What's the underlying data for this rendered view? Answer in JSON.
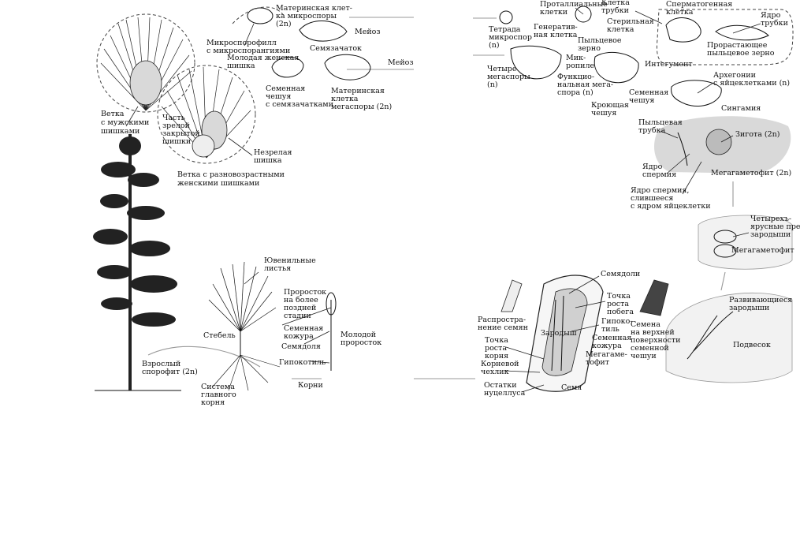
{
  "labels": {
    "branch_male": [
      "Ветка",
      "с мужскими",
      "шишками"
    ],
    "microsporophyll": [
      "Микроспорофилл",
      "с микроспорангиями"
    ],
    "mmc": [
      "Материнская клет-",
      "ка микроспоры",
      "(2n)"
    ],
    "meiosis_top": "Мейоз",
    "ovule": "Семязачаток",
    "young_female_cone": [
      "Молодая женская",
      "шишка"
    ],
    "meiosis_mid": "Мейоз",
    "part_closed_cone": [
      "Часть",
      "зрелой",
      "закрытой",
      "шишки"
    ],
    "seed_scale": [
      "Семенная",
      "чешуя",
      "с семязачатками"
    ],
    "megaspore_mother": [
      "Материнская",
      "клетка",
      "мегаспоры (2n)"
    ],
    "immature_cone": [
      "Незрелая",
      "шишка"
    ],
    "branch_female": [
      "Ветка с разновозрастными",
      "женскими шишками"
    ],
    "adult_sporophyte": [
      "Взрослый",
      "спорофит (2n)"
    ],
    "taproot": [
      "Система",
      "главного",
      "корня"
    ],
    "stem": "Стебель",
    "juvenile_leaves": [
      "Ювенильные",
      "листья"
    ],
    "late_seedling": [
      "Проросток",
      "на более",
      "поздней",
      "стадии"
    ],
    "seed_coat_left": [
      "Семенная",
      "кожура"
    ],
    "cotyledon_left": "Семядоля",
    "young_seedling": [
      "Молодой",
      "проросток"
    ],
    "hypocotyl_left": "Гипокотиль",
    "roots": "Корни",
    "prothallial": [
      "Проталлиальные",
      "клетки"
    ],
    "tube_cell": [
      "Клетка",
      "трубки"
    ],
    "spermatogenous": [
      "Сперматогенная",
      "клетка"
    ],
    "tube_nucleus": [
      "Ядро",
      "трубки"
    ],
    "tetrad": [
      "Тетрада",
      "микроспор",
      "(n)"
    ],
    "generative": [
      "Генератив-",
      "ная клетка"
    ],
    "sterile": [
      "Стерильная",
      "клетка"
    ],
    "germ_pollen": [
      "Прорастающее",
      "пыльцевое зерно"
    ],
    "pollen_grain": [
      "Пыльцевое",
      "зерно"
    ],
    "micropyle": [
      "Мик-",
      "ропиле"
    ],
    "four_megaspores": [
      "Четыре",
      "мегаспоры",
      "(n)"
    ],
    "functional_megaspore": [
      "Функцио-",
      "нальная мега-",
      "спора (n)"
    ],
    "integument": "Интегумент",
    "archegonia": [
      "Архегонии",
      "с яйцеклетками (n)"
    ],
    "seed_scale_right": [
      "Семенная",
      "чешуя"
    ],
    "bract": [
      "Кроющая",
      "чешуя"
    ],
    "syngamy": "Сингамия",
    "pollen_tube": [
      "Пыльцевая",
      "трубка"
    ],
    "zygote": "Зигота (2n)",
    "sperm_nucleus": [
      "Ядро",
      "спермия"
    ],
    "megagametophyte_2n": "Мегагаметофит (2n)",
    "sperm_fused": [
      "Ядро спермия,",
      "слившееся",
      "с ядром яйцеклетки"
    ],
    "four_tier": [
      "Четырехъ-",
      "ярусные пред-",
      "зародыши"
    ],
    "megagametophyte_a": "Мегагаметофит",
    "developing_embryos": [
      "Развивающиеся",
      "зародыши"
    ],
    "suspensor": "Подвесок",
    "cotyledons": "Семядоли",
    "shoot_apex": [
      "Точка",
      "роста",
      "побега"
    ],
    "seeds_on_scale": [
      "Семена",
      "на верхней",
      "поверхности",
      "семенной",
      "чешуи"
    ],
    "dispersal": [
      "Распростра-",
      "нение семян"
    ],
    "hypocotyl_seed": [
      "Гипоко-",
      "тиль"
    ],
    "embryo": "Зародыш",
    "seed_coat_seed": [
      "Семенная",
      "кожура"
    ],
    "root_apex": [
      "Точка",
      "роста",
      "корня"
    ],
    "megagametophyte_seed": [
      "Мегагаме-",
      "тофит"
    ],
    "root_cap": [
      "Корневой",
      "чехлик"
    ],
    "nucellus": [
      "Остатки",
      "нуцеллуса"
    ],
    "seed": "Семя"
  }
}
